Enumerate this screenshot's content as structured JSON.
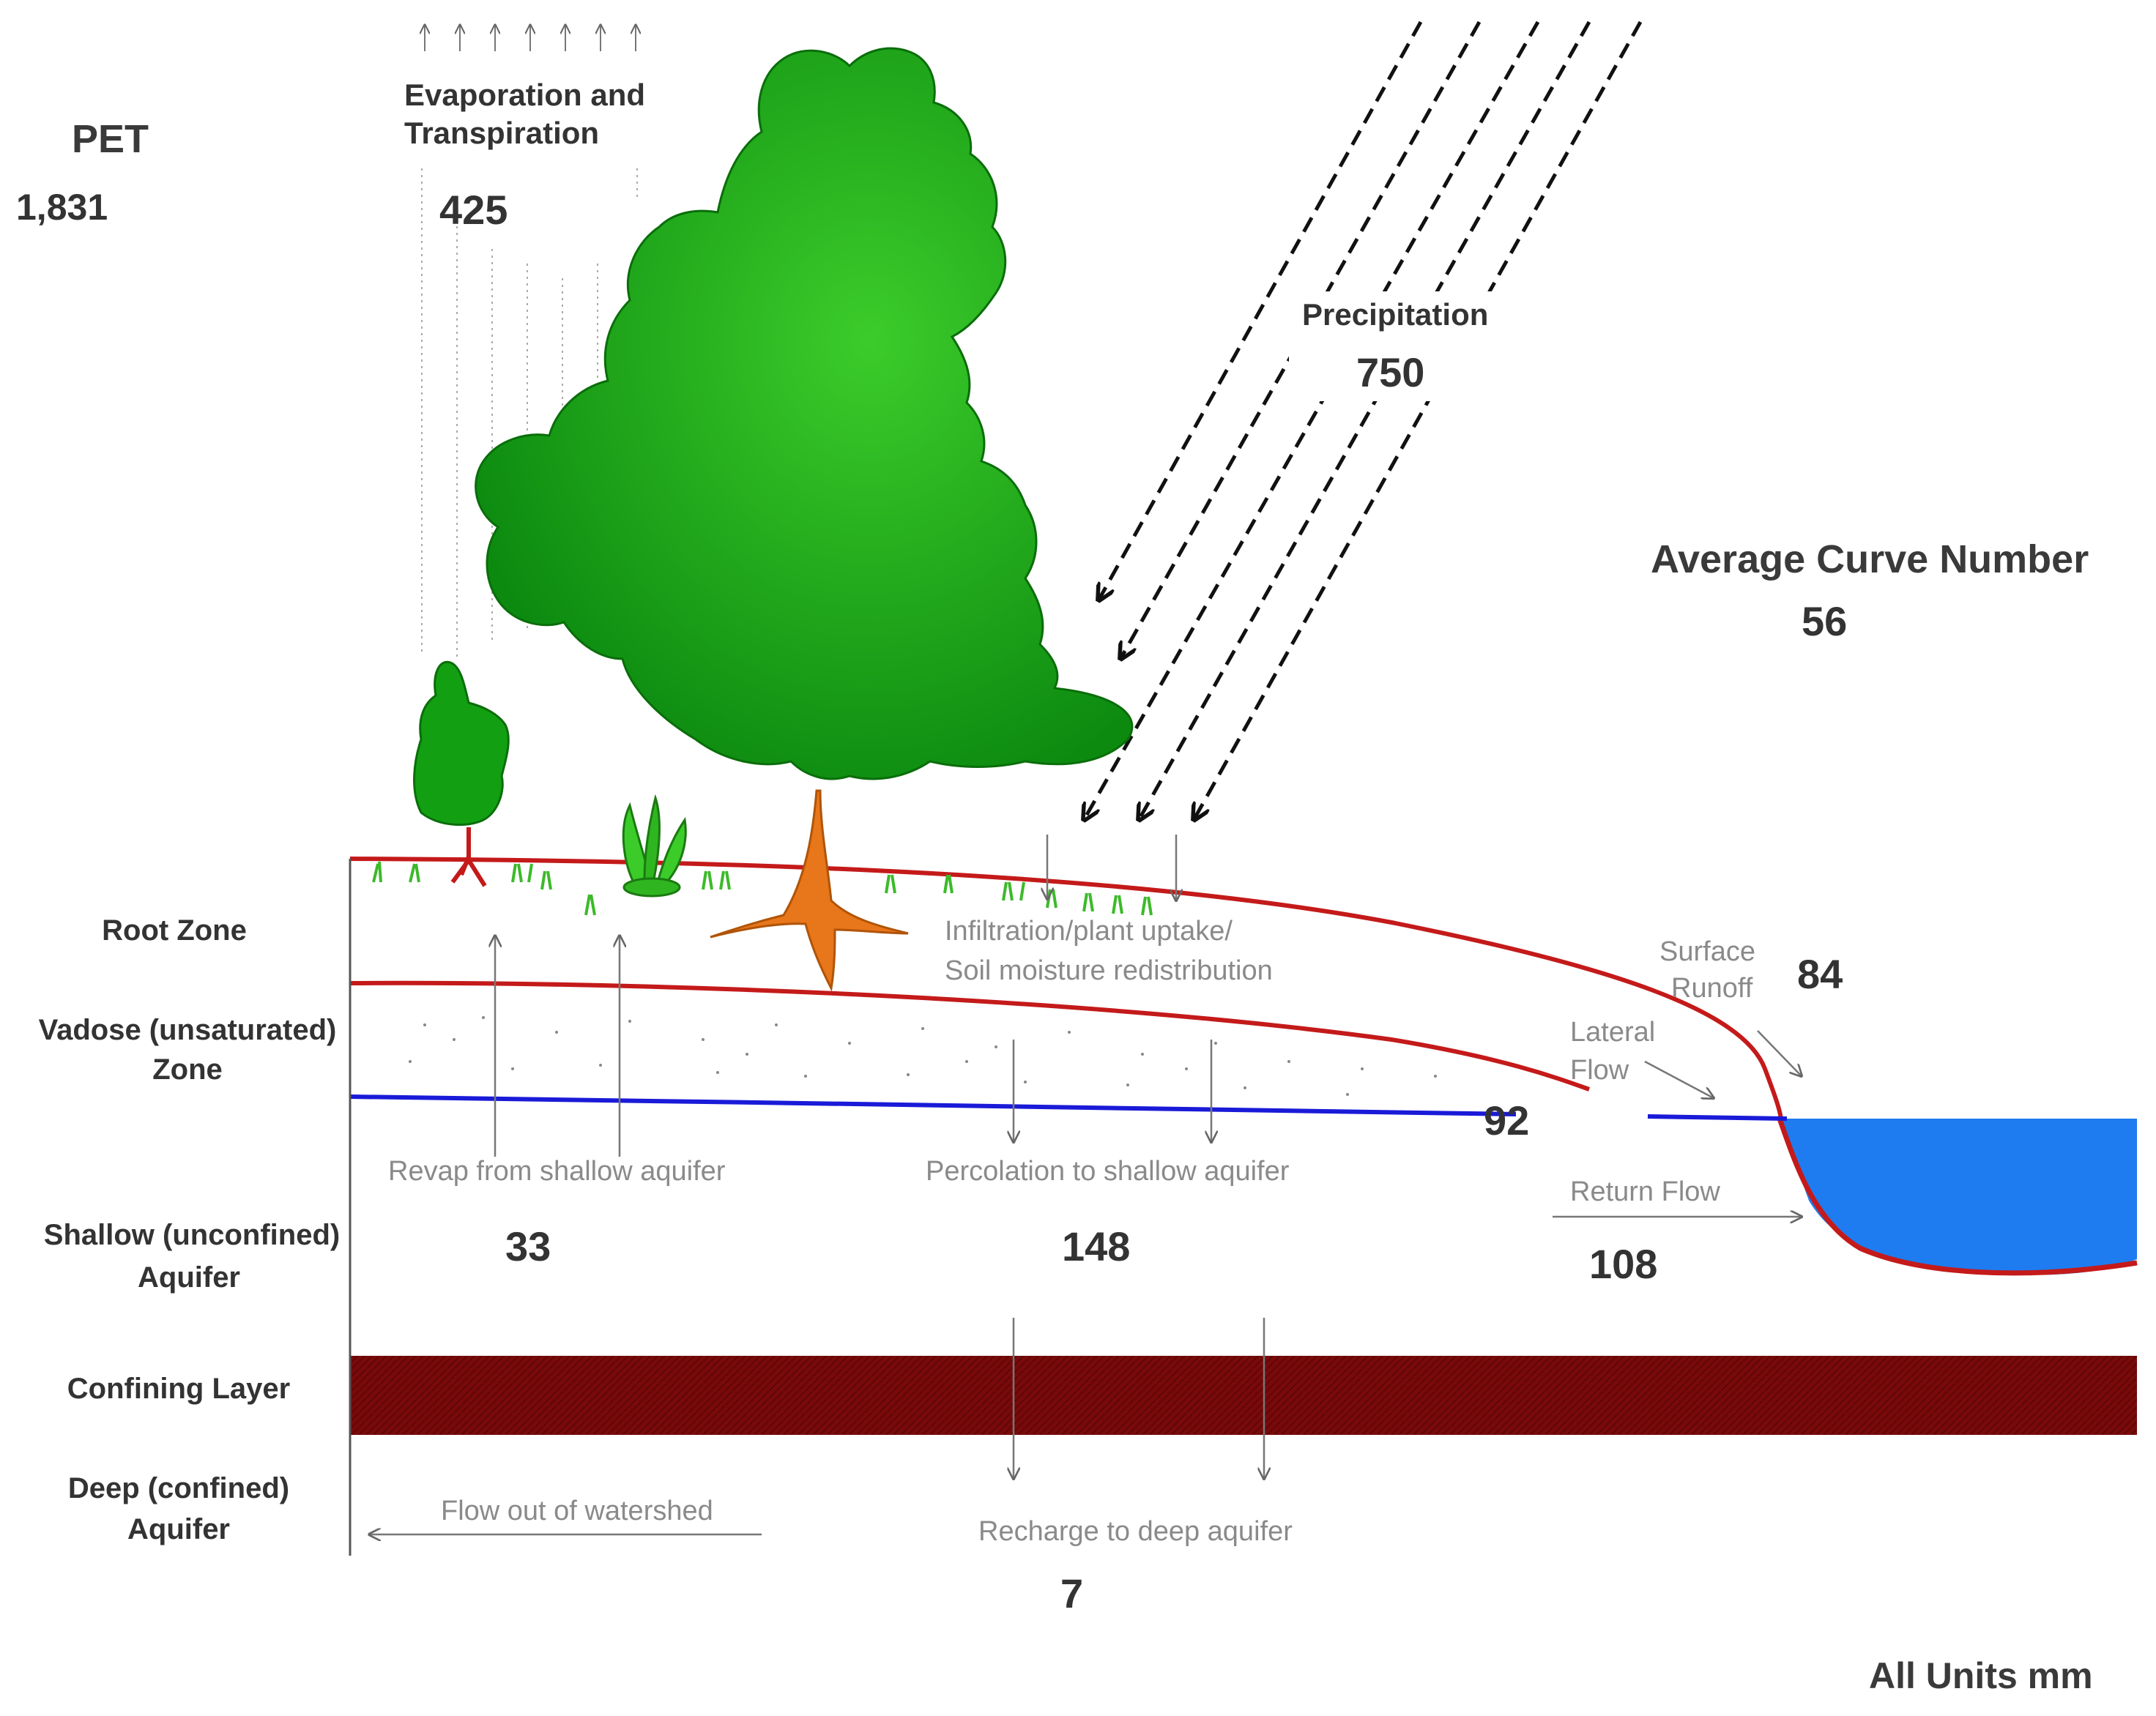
{
  "labels": {
    "pet_label": "PET",
    "pet_value": "1,831",
    "evap_line1": "Evaporation and",
    "evap_line2": "Transpiration",
    "evap_value": "425",
    "precip_label": "Precipitation",
    "precip_value": "750",
    "curve_label": "Average Curve Number",
    "curve_value": "56",
    "surface_runoff_line1": "Surface",
    "surface_runoff_line2": "Runoff",
    "surface_runoff_value": "84",
    "lateral_line1": "Lateral",
    "lateral_line2": "Flow",
    "lateral_value": "92",
    "infiltration_line1": "Infiltration/plant uptake/",
    "infiltration_line2": "Soil moisture redistribution",
    "revap_label": "Revap from shallow aquifer",
    "revap_value": "33",
    "percolation_label": "Percolation to shallow aquifer",
    "percolation_value": "148",
    "return_label": "Return Flow",
    "return_value": "108",
    "flow_out_label": "Flow out of watershed",
    "recharge_label": "Recharge to deep aquifer",
    "recharge_value": "7",
    "units_label": "All Units mm"
  },
  "zones": {
    "root_zone": "Root Zone",
    "vadose_line1": "Vadose (unsaturated)",
    "vadose_line2": "Zone",
    "shallow_line1": "Shallow (unconfined)",
    "shallow_line2": "Aquifer",
    "confining": "Confining Layer",
    "deep_line1": "Deep (confined)",
    "deep_line2": "Aquifer"
  },
  "colors": {
    "tree_green": "#12a012",
    "tree_light": "#3ccc2a",
    "trunk": "#e8761a",
    "soil_line": "#c41a1a",
    "water_table": "#1a1ad8",
    "water": "#1e7cf0",
    "confining": "#7a0a0a"
  }
}
